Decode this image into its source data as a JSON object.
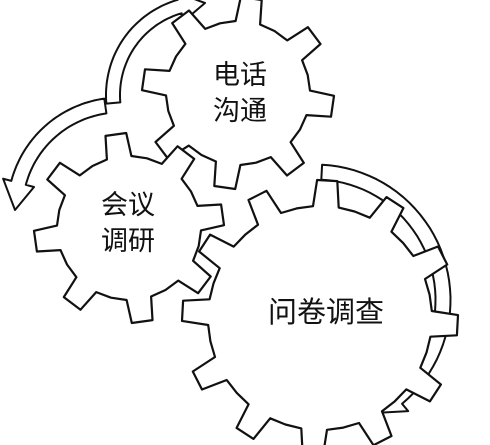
{
  "diagram": {
    "gears": [
      {
        "id": "phone",
        "lines": [
          "电话",
          "沟通"
        ]
      },
      {
        "id": "meeting",
        "lines": [
          "会议",
          "调研"
        ]
      },
      {
        "id": "survey",
        "lines": [
          "问卷调查"
        ]
      }
    ],
    "arrows": [
      {
        "id": "top",
        "direction": "clockwise"
      },
      {
        "id": "left",
        "direction": "counterclockwise"
      },
      {
        "id": "right",
        "direction": "clockwise"
      }
    ],
    "colors": {
      "stroke": "#111111",
      "fill": "#ffffff"
    }
  }
}
